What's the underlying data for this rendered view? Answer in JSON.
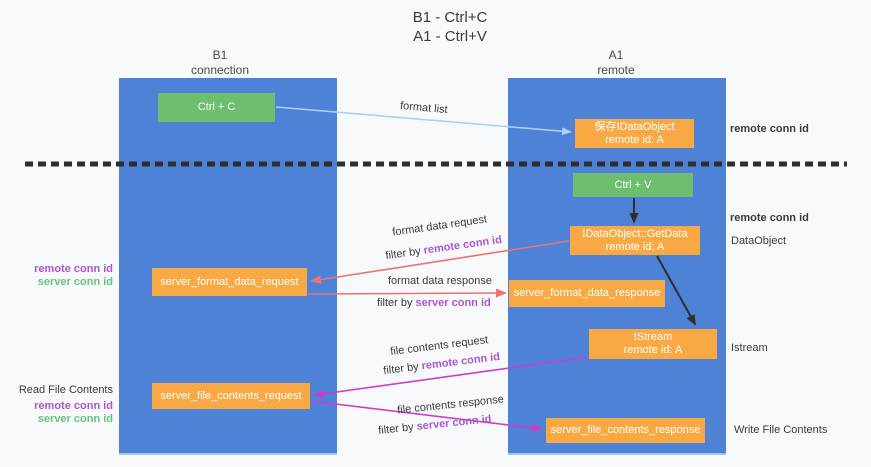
{
  "title": {
    "line1": "B1 - Ctrl+C",
    "line2": "A1 - Ctrl+V"
  },
  "lanes": [
    {
      "header_line1": "B1",
      "header_line2": "connection"
    },
    {
      "header_line1": "A1",
      "header_line2": "remote"
    }
  ],
  "nodes": {
    "ctrl_c": {
      "label": "Ctrl + C"
    },
    "save_idataobject": {
      "line1": "保存IDataObject",
      "line2": "remote id: A"
    },
    "ctrl_v": {
      "label": "Ctrl + V"
    },
    "getdata": {
      "line1": "IDataObject::GetData",
      "line2": "remote id: A"
    },
    "format_request": {
      "label": "server_format_data_request"
    },
    "format_response": {
      "label": "server_format_data_response"
    },
    "istream": {
      "line1": "IStream",
      "line2": "remote id: A"
    },
    "file_request": {
      "label": "server_file_contents_request"
    },
    "file_response": {
      "label": "server_file_contents_response"
    }
  },
  "edge_labels": {
    "format_list": "format list",
    "format_data_request": "format data request",
    "format_data_response": "format data response",
    "file_contents_request": "file contents request",
    "file_contents_response": "file contents response",
    "filter_by": "filter by",
    "remote_conn_id": "remote conn id",
    "server_conn_id": "server conn id"
  },
  "side_labels": {
    "remote_conn_id": "remote conn id",
    "server_conn_id": "server conn id",
    "dataobject": "DataObject",
    "istream": "Istream",
    "read_file_contents": "Read File Contents",
    "write_file_contents": "Write File Contents"
  },
  "colors": {
    "lane_blue": "#4d82d6",
    "box_orange": "#f8a944",
    "box_green": "#6dbf6f",
    "arrow_light_blue": "#a6d2f2",
    "arrow_red": "#e87474",
    "arrow_magenta": "#c93fc9",
    "arrow_black": "#2f2f2f",
    "text_purple": "#ab57cc",
    "text_green": "#66c47e",
    "dashed_line": "#2e2e2e"
  }
}
